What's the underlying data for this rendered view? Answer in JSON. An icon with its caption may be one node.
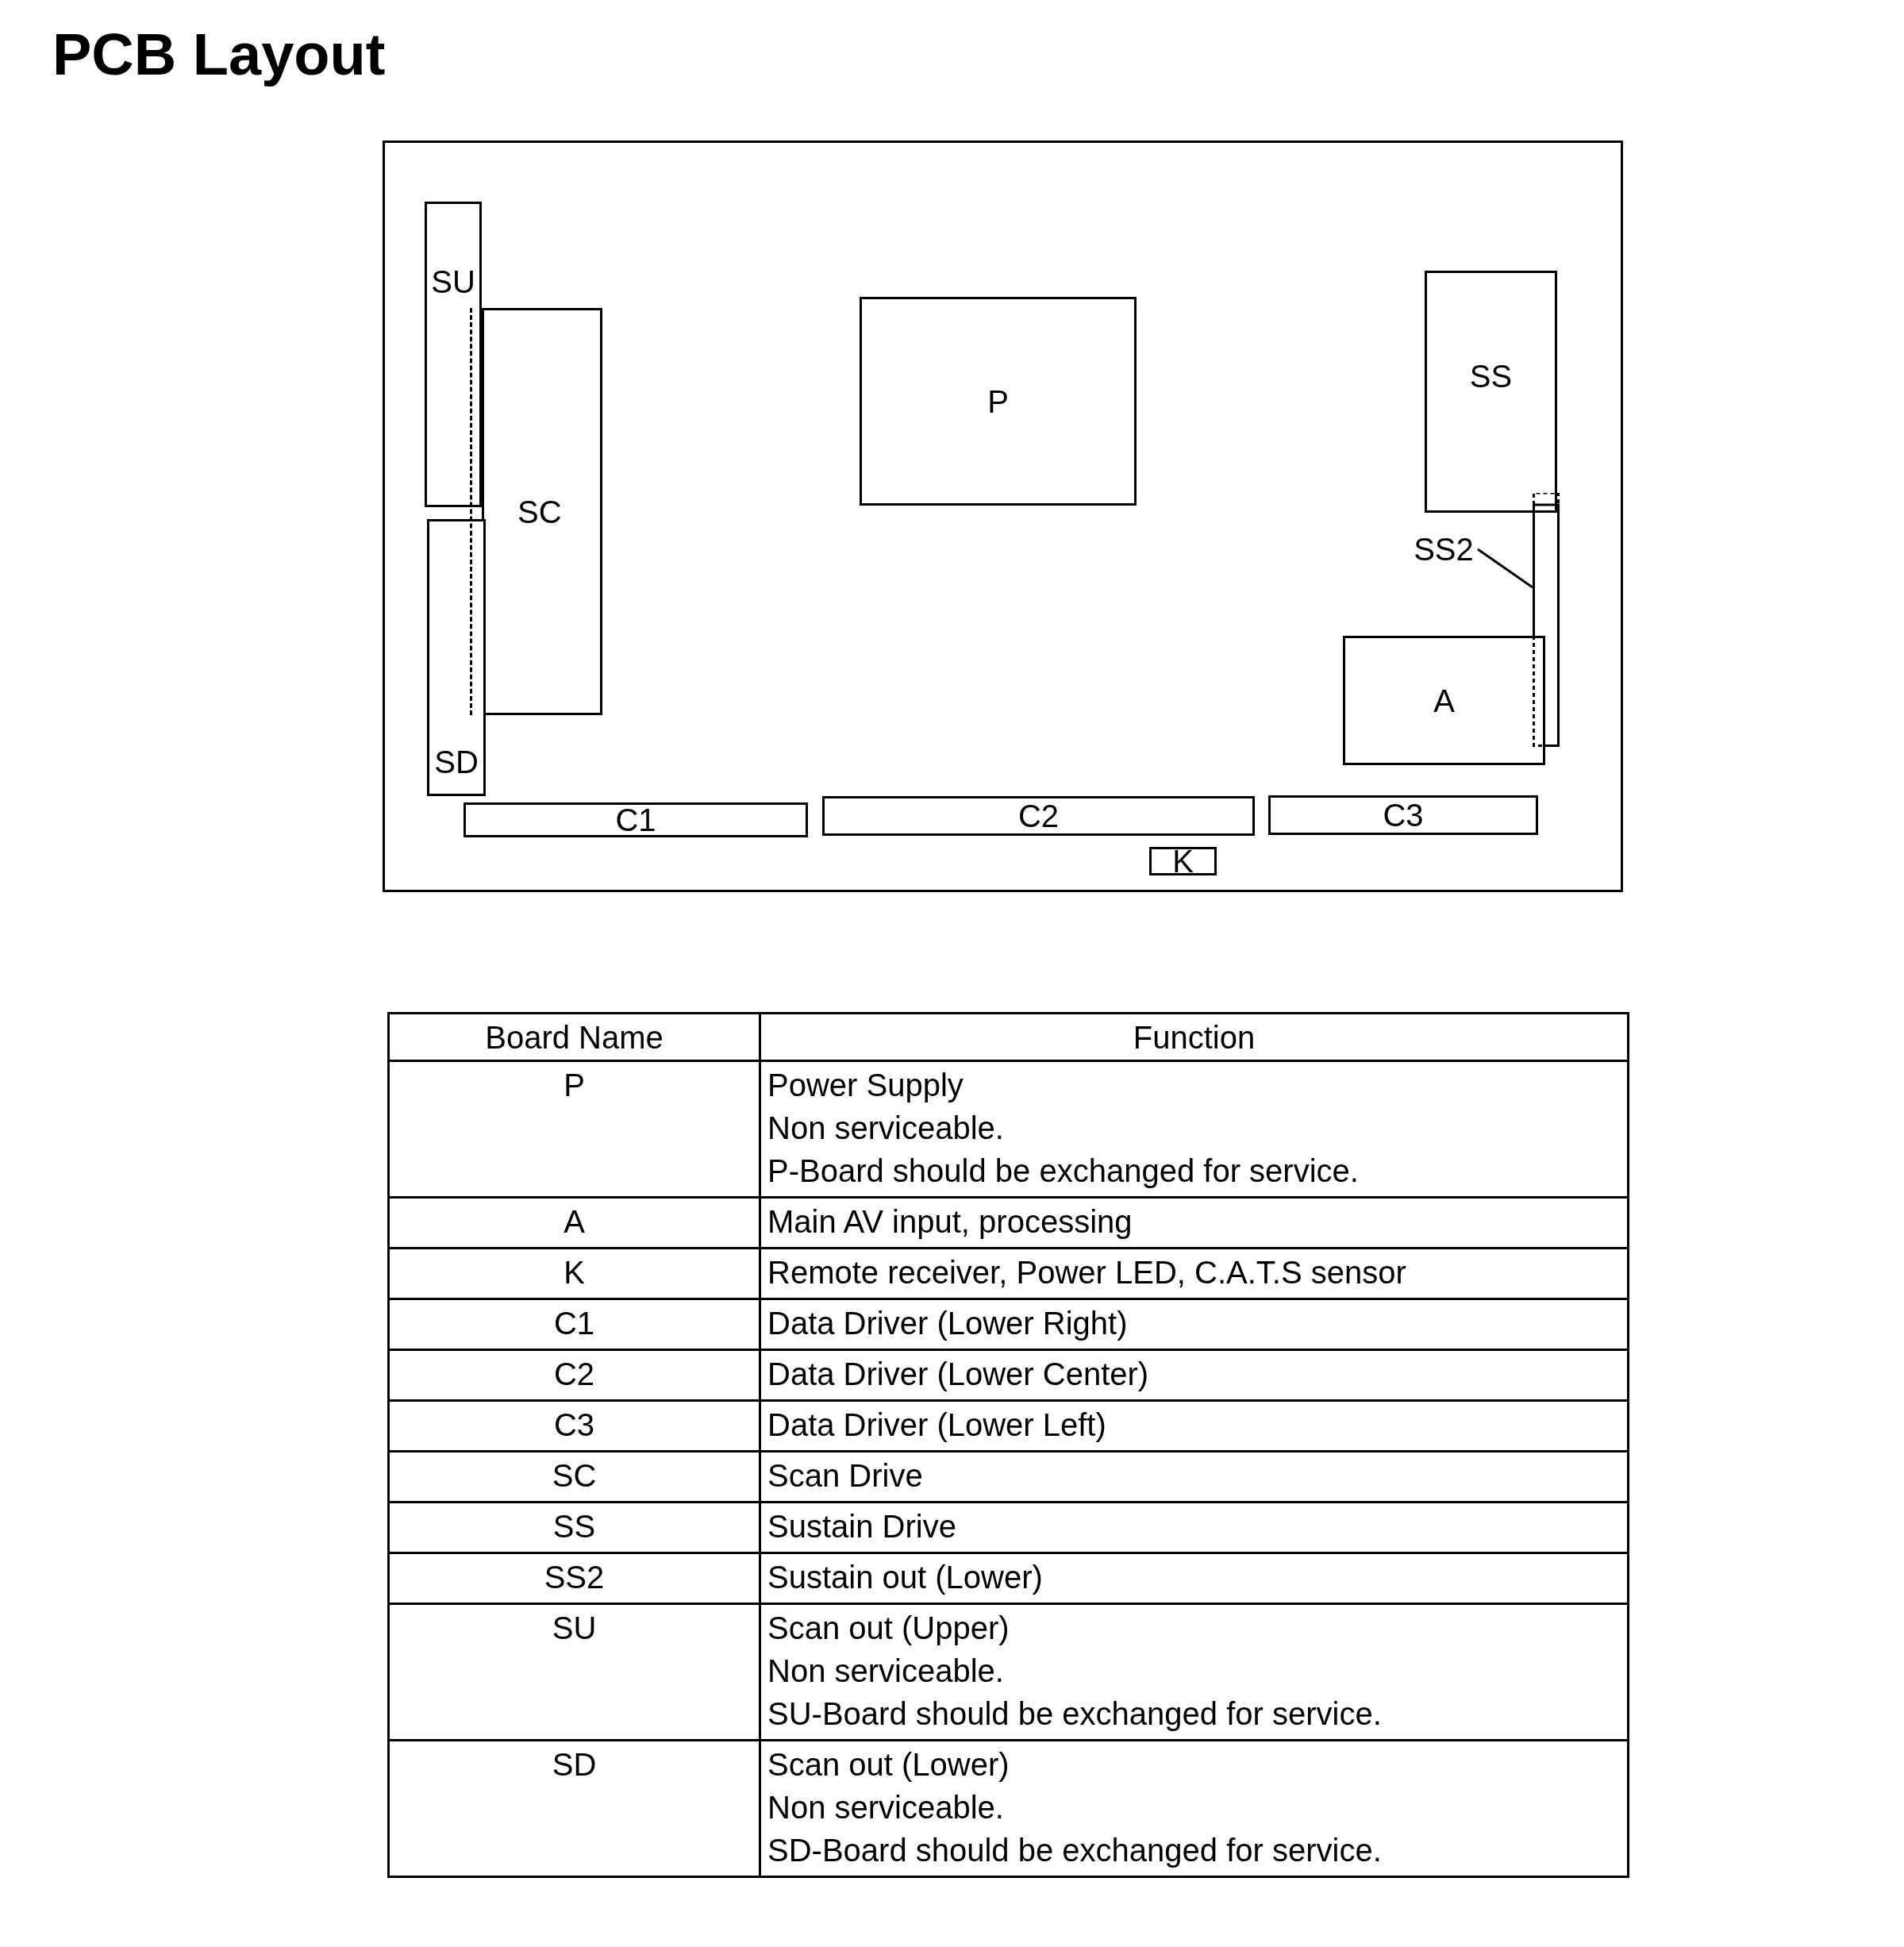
{
  "diagram": {
    "title": "PCB Layout",
    "nodes": [
      {
        "text": [],
        "shape": "box"
      },
      {
        "text": [
          "SU"
        ],
        "in": 0
      },
      {
        "text": [
          "SC"
        ],
        "in": 0
      },
      {
        "text": [
          "P"
        ],
        "in": 0
      },
      {
        "text": [
          "SS"
        ],
        "in": 0
      },
      {
        "text": [
          "SS2"
        ],
        "in": 0
      },
      {
        "text": [],
        "shape": "bar",
        "in": 0
      },
      {
        "text": [
          "A"
        ],
        "in": 0
      },
      {
        "text": [
          "SD"
        ],
        "in": 0
      },
      {
        "text": [
          "C1"
        ],
        "in": 0
      },
      {
        "text": [
          "C2"
        ],
        "in": 0
      },
      {
        "text": [
          "C3"
        ],
        "in": 0
      },
      {
        "text": [
          "K"
        ],
        "in": 0
      }
    ],
    "edges": [
      {
        "from": 5,
        "to": 6,
        "arrow": "none"
      }
    ],
    "labels": [
      "Board Name",
      "Function",
      "P",
      "Power Supply",
      "Non serviceable.",
      "P-Board should be exchanged for service.",
      "A",
      "Main AV input, processing",
      "K",
      "Remote receiver, Power LED, C.A.T.S sensor",
      "C1",
      "Data Driver (Lower Right)",
      "C2",
      "Data Driver (Lower Center)",
      "C3",
      "Data Driver (Lower Left)",
      "SC",
      "Scan Drive",
      "SS",
      "Sustain Drive",
      "SS2",
      "Sustain out (Lower)",
      "SU",
      "Scan out (Upper)",
      "Non serviceable.",
      "SU-Board should be exchanged for service.",
      "SD",
      "Scan out (Lower)",
      "Non serviceable.",
      "SD-Board should be exchanged for service."
    ]
  }
}
